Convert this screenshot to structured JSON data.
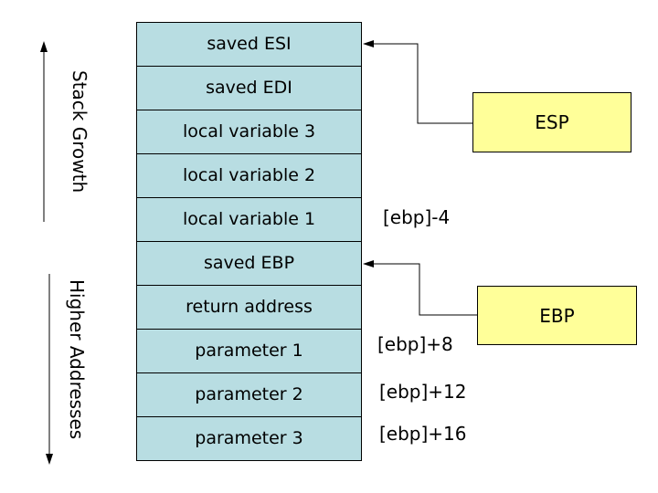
{
  "colors": {
    "background": "#ffffff",
    "stack_cell_fill": "#b8dde2",
    "register_box_fill": "#ffff99",
    "line": "#000000",
    "text": "#000000"
  },
  "stack": {
    "cells": [
      "saved ESI",
      "saved EDI",
      "local variable 3",
      "local variable 2",
      "local variable 1",
      "saved EBP",
      "return address",
      "parameter 1",
      "parameter 2",
      "parameter 3"
    ]
  },
  "registers": {
    "esp": "ESP",
    "ebp": "EBP"
  },
  "offsets": [
    "[ebp]-4",
    "[ebp]+8",
    "[ebp]+12",
    "[ebp]+16"
  ],
  "side_labels": {
    "stack_growth": "Stack Growth",
    "higher_addresses": "Higher Addresses"
  }
}
